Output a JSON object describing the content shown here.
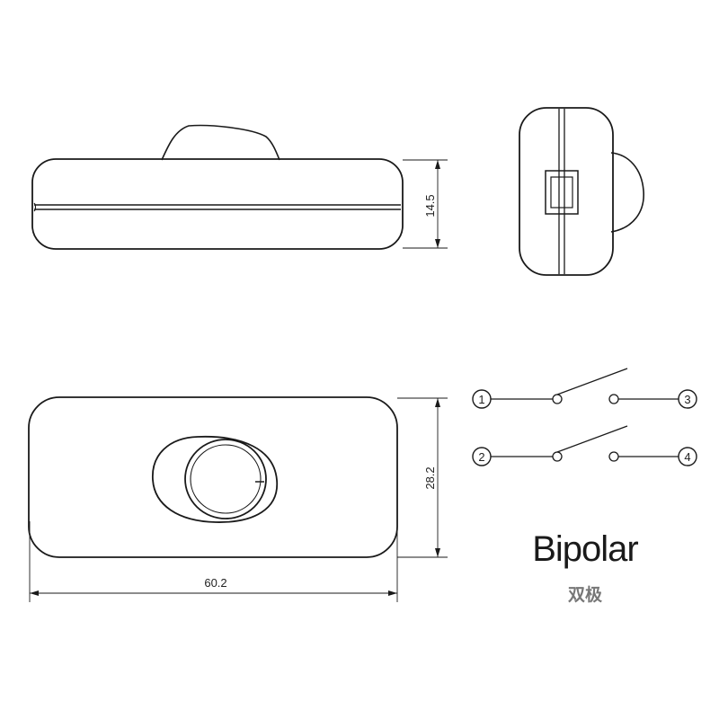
{
  "dimensions": {
    "height": "14.5",
    "width": "28.2",
    "length": "60.2"
  },
  "terminals": [
    "1",
    "2",
    "3",
    "4"
  ],
  "title": "Bipolar",
  "subtitle": "双极"
}
